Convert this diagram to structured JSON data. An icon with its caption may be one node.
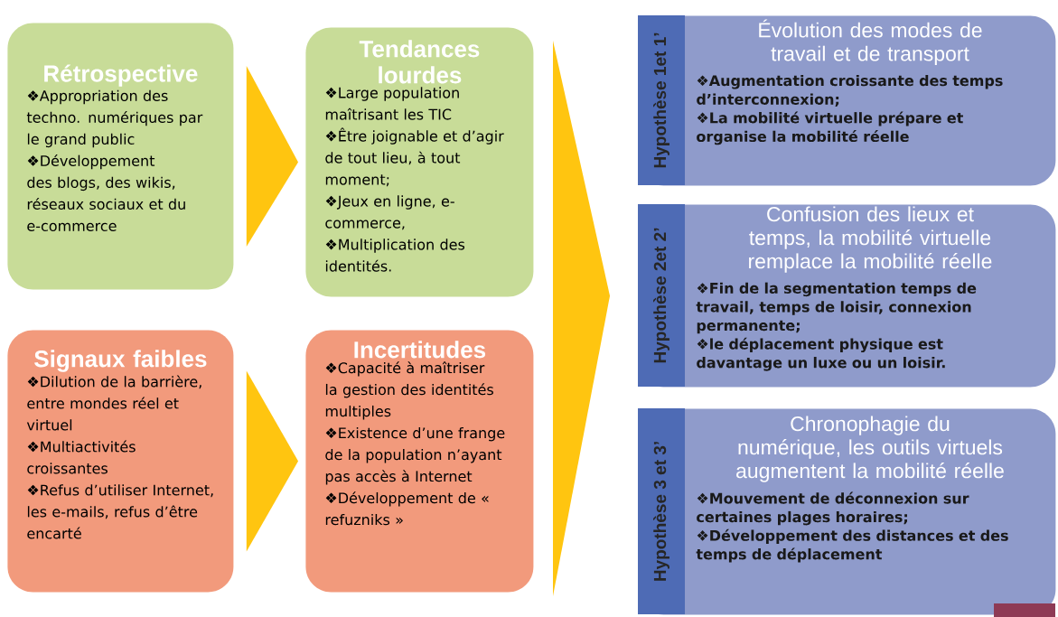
{
  "diagram": {
    "nodes": [
      {
        "text": [
          "Rétrospective",
          "❖Appropriation des techno. numériques par le grand public",
          "❖Développement des blogs, des wikis, réseaux sociaux et du e-commerce"
        ]
      },
      {
        "text": [
          "Tendances lourdes",
          "❖Large population maîtrisant les TIC",
          "❖Être joignable et d’agir de tout lieu, à tout moment;",
          "❖Jeux en ligne, e-commerce,",
          "❖Multiplication des identités."
        ]
      },
      {
        "text": [
          "Signaux faibles",
          "❖Dilution de la barrière, entre mondes réel et virtuel",
          "❖Multiactivités croissantes",
          "❖Refus d’utiliser Internet, les e-mails, refus d’être encarté"
        ]
      },
      {
        "text": [
          "Incertitudes",
          "❖Capacité à maîtriser la gestion des identités multiples",
          "❖Existence d’une frange de la population n’ayant pas accès à Internet",
          "❖Développement de « refuzniks »"
        ]
      },
      {
        "text": [
          "Hypothèse 1et 1’",
          "Évolution des modes de travail et de transport",
          "❖Augmentation croissante des temps d’interconnexion;",
          "❖La mobilité virtuelle prépare et organise la mobilité réelle"
        ]
      },
      {
        "text": [
          "Hypothèse 2et 2’",
          "Confusion des lieux et temps, la mobilité virtuelle remplace la mobilité réelle",
          "❖Fin de la segmentation temps de travail, temps de loisir, connexion permanente;",
          "❖le déplacement physique est davantage un luxe ou un loisir."
        ]
      },
      {
        "text": [
          "Hypothèse 3 et 3’",
          "Chronophagie du numérique, les outils virtuels augmentent la mobilité réelle",
          "❖Mouvement de déconnexion sur certaines plages horaires;",
          "❖Développement des distances et des temps de déplacement"
        ]
      }
    ],
    "edges": [
      {
        "from": 0,
        "to": 1,
        "arrow": "to"
      },
      {
        "from": 2,
        "to": 3,
        "arrow": "to"
      },
      {
        "from": null,
        "to": 5,
        "arrow": "to"
      }
    ]
  }
}
